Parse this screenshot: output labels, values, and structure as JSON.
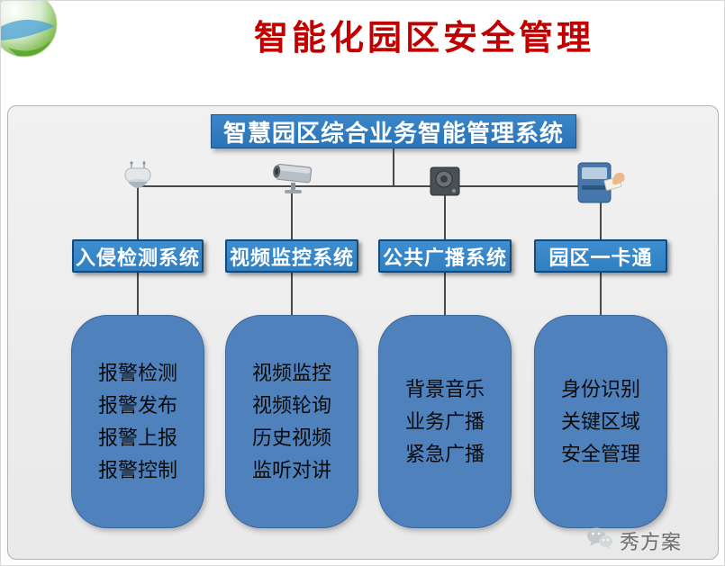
{
  "page": {
    "title": "智能化园区安全管理"
  },
  "diagram": {
    "root": "智慧园区综合业务智能管理系统",
    "branches": [
      {
        "icon": "dome-camera-icon",
        "label": "入侵检测系统",
        "items": [
          "报警检测",
          "报警发布",
          "报警上报",
          "报警控制"
        ]
      },
      {
        "icon": "cctv-camera-icon",
        "label": "视频监控系统",
        "items": [
          "视频监控",
          "视频轮询",
          "历史视频",
          "监听对讲"
        ]
      },
      {
        "icon": "speaker-icon",
        "label": "公共广播系统",
        "items": [
          "背景音乐",
          "业务广播",
          "紧急广播"
        ]
      },
      {
        "icon": "card-reader-icon",
        "label": "园区一卡通",
        "items": [
          "身份识别",
          "关键区域",
          "安全管理"
        ]
      }
    ]
  },
  "footer": {
    "brand": "秀方案",
    "icon": "wechat-icon"
  },
  "colors": {
    "title_red": "#c00000",
    "root_blue": "#2a74b6",
    "label_blue": "#2f7fc1",
    "label_border": "#16497a",
    "content_blue": "#4f81bd",
    "panel_gray": "#e9e9e9",
    "line_gray": "#4a4a4a"
  }
}
